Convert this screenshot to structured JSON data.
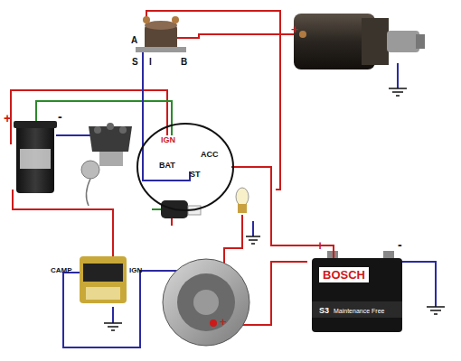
{
  "diagram": {
    "nodes": [
      {
        "text": [
          "IGN",
          "ACC",
          "BAT",
          "ST"
        ]
      },
      {
        "text": [
          "BOSCH",
          "S3",
          "Maintenance Free"
        ]
      }
    ],
    "edges": [
      {
        "from": 0,
        "to": 1,
        "arrow": "none"
      }
    ],
    "labels": [
      "A",
      "S",
      "I",
      "B",
      "+",
      "+",
      "-",
      "CAMP",
      "IGN",
      "+",
      "+",
      "-"
    ]
  }
}
